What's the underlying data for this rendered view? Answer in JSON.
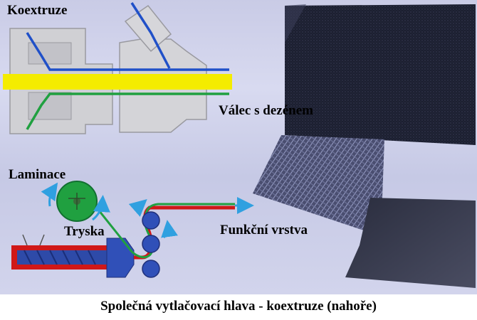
{
  "labels": {
    "koextruze": "Koextruze",
    "valec": "Válec s dezénem",
    "laminace": "Laminace",
    "tryska": "Tryska",
    "funkcni": "Funkční vrstva"
  },
  "caption": "Společná vytlačovací hlava - koextruze (nahoře)",
  "colors": {
    "background": "#d0d2ec",
    "die_body": "#d2d2d4",
    "core_layer": "#f4ec00",
    "layer_top": "#2050c8",
    "layer_bottom": "#20a040",
    "lamination_red": "#d01818",
    "roller_green": "#20a040",
    "arrow_blue": "#30a0e0"
  }
}
